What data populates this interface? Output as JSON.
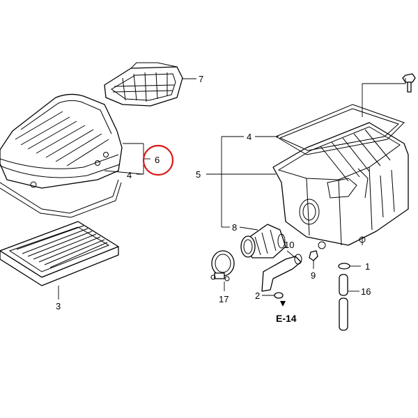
{
  "diagram": {
    "callouts": {
      "c1": "1",
      "c2": "2",
      "c3": "3",
      "c4_cover": "4",
      "c4_case": "4",
      "c5": "5",
      "c6": "6",
      "c7": "7",
      "c8": "8",
      "c9": "9",
      "c10": "10",
      "c16": "16",
      "c17": "17"
    },
    "reference": "E-14",
    "highlight_color": "#d81818",
    "highlighted_callout": "6"
  }
}
